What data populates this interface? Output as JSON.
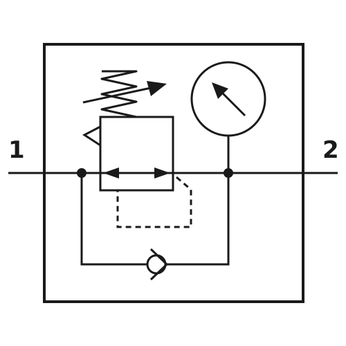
{
  "diagram": {
    "ports": {
      "inlet_label": "1",
      "outlet_label": "2"
    },
    "components": {
      "housing": "outer-housing",
      "regulator": "pressure-regulator-valve",
      "spring": "adjustable-spring-icon",
      "gauge": "pressure-gauge-icon",
      "check_valve": "check-valve-icon"
    },
    "colors": {
      "stroke": "#1a1a1a",
      "background": "#ffffff"
    }
  }
}
